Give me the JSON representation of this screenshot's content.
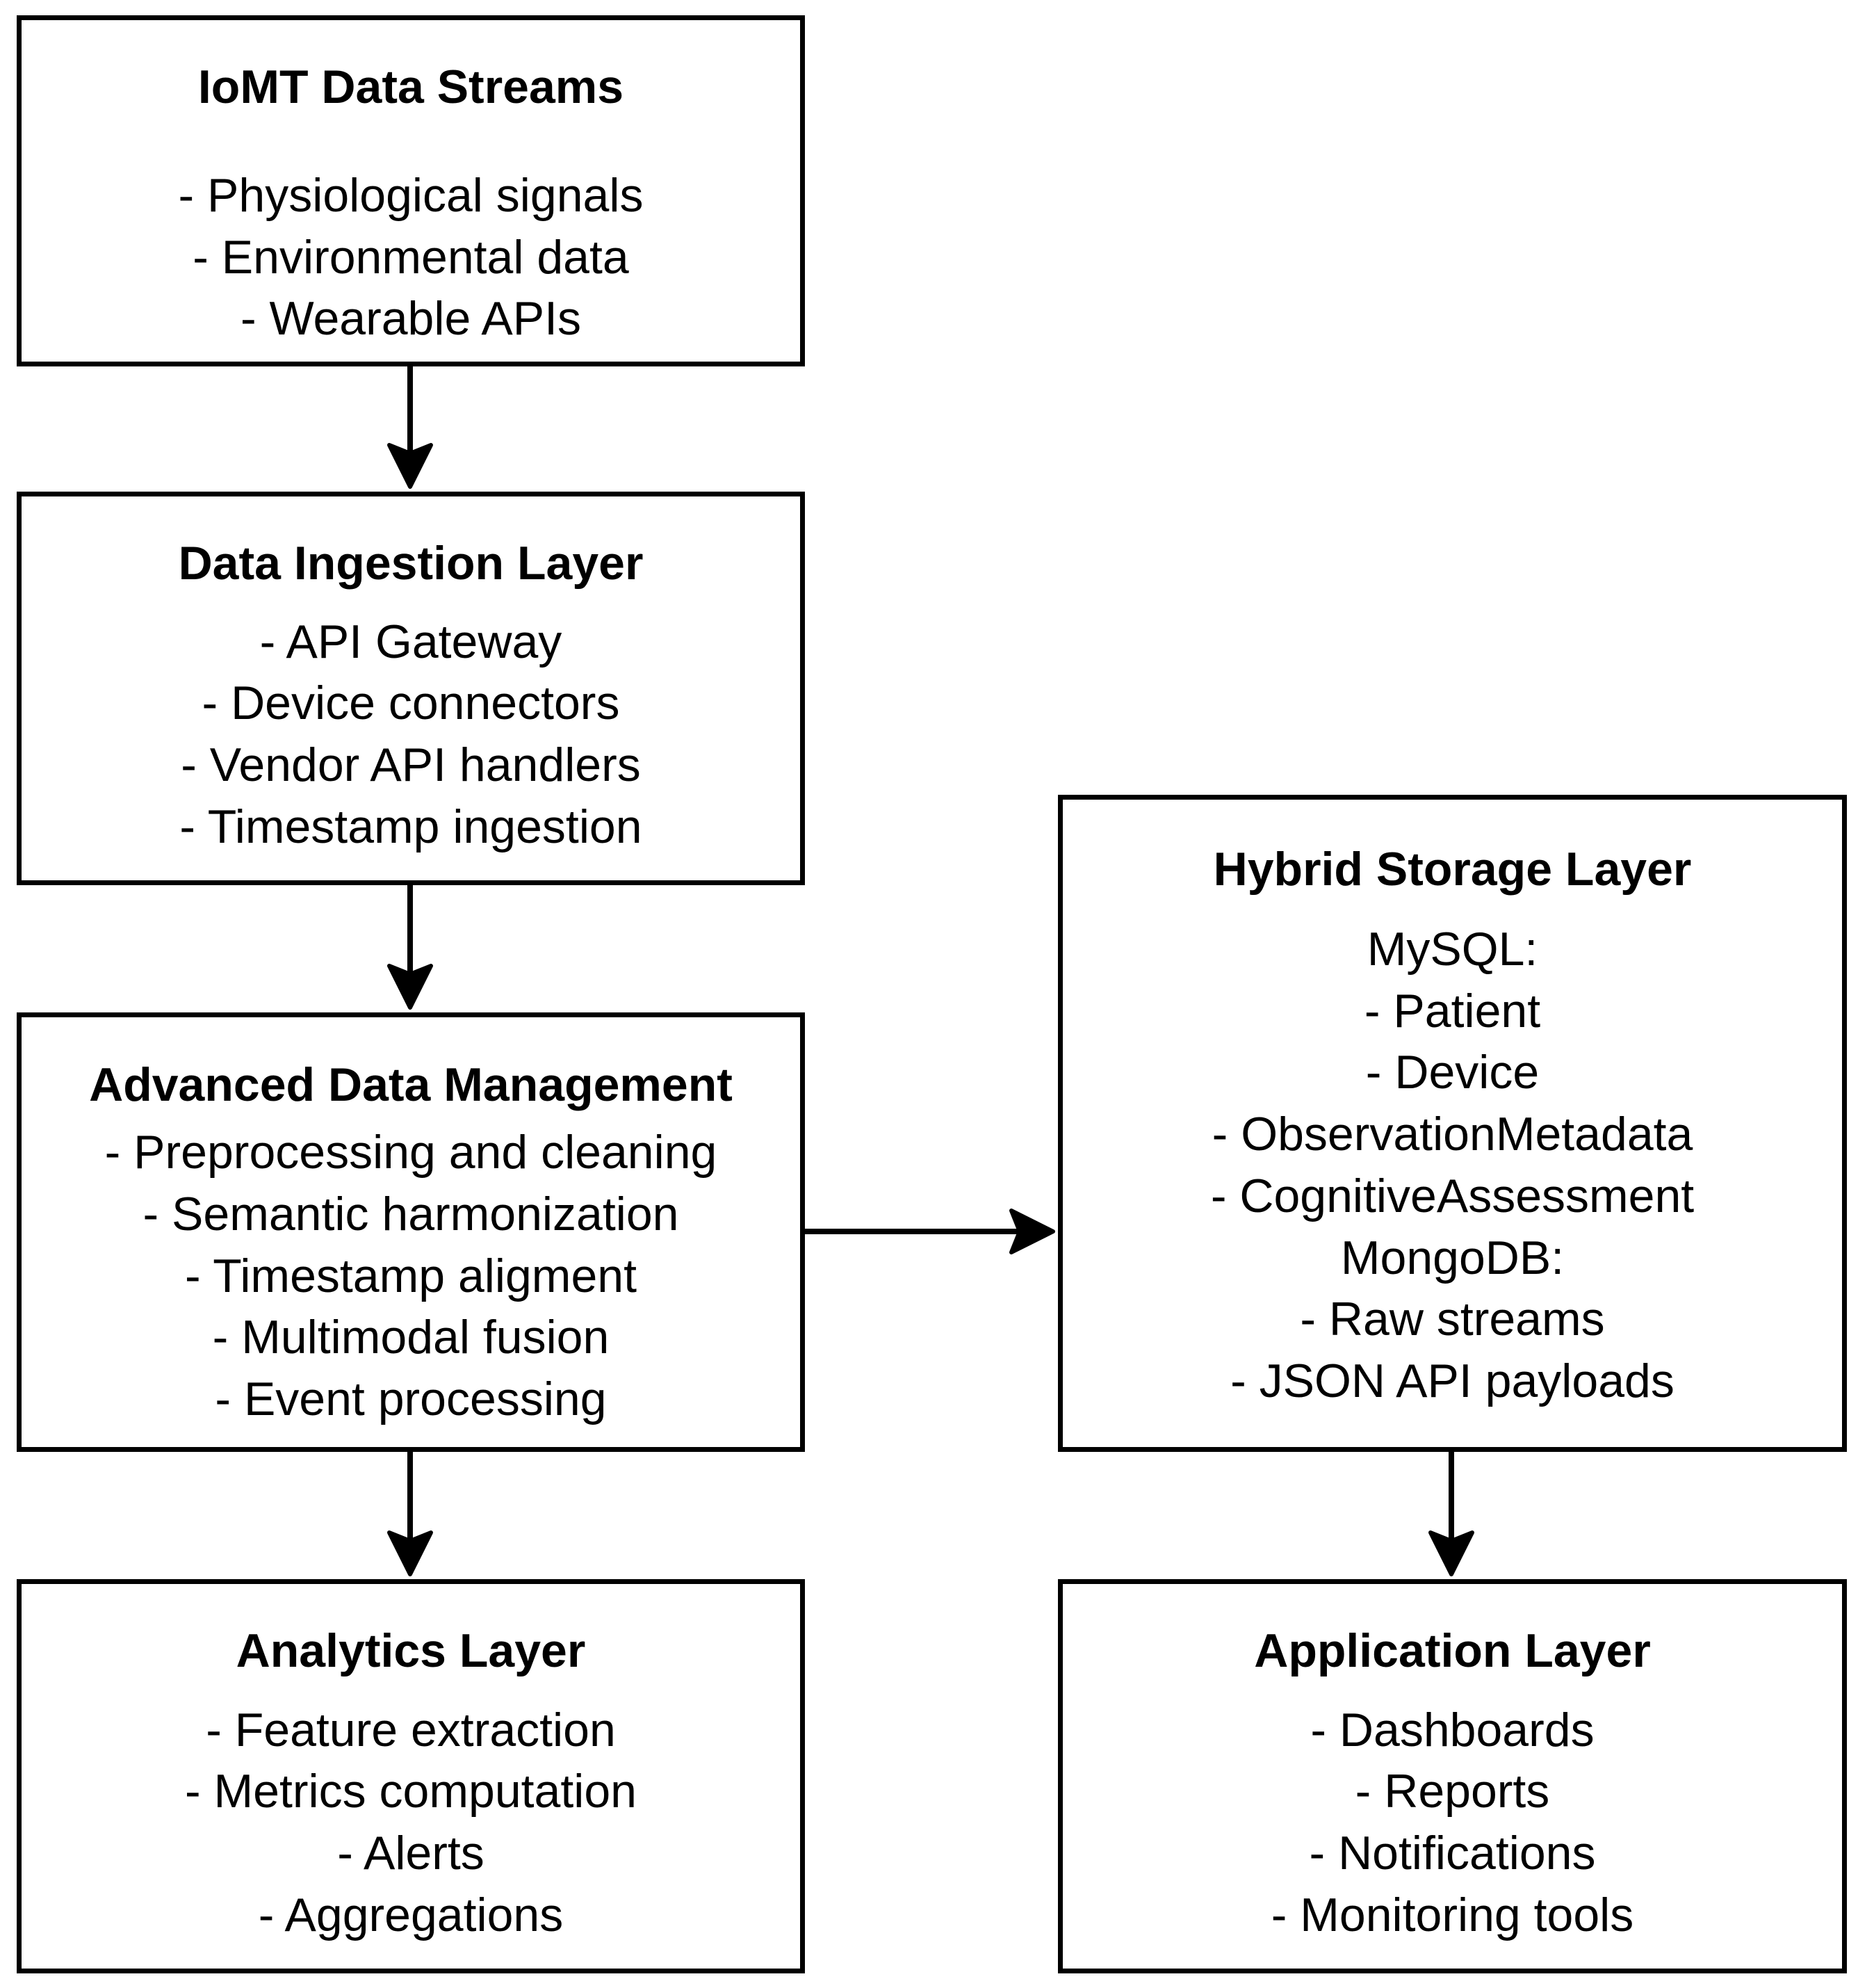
{
  "boxes": {
    "iomt": {
      "title": "IoMT Data Streams",
      "lines": [
        "- Physiological signals",
        "- Environmental data",
        "- Wearable APIs"
      ]
    },
    "ingestion": {
      "title": "Data Ingestion Layer",
      "lines": [
        "- API Gateway",
        "- Device connectors",
        "- Vendor API handlers",
        "- Timestamp ingestion"
      ]
    },
    "management": {
      "title": "Advanced Data Management",
      "lines": [
        "- Preprocessing and cleaning",
        "- Semantic harmonization",
        "- Timestamp aligment",
        "- Multimodal fusion",
        "- Event processing"
      ]
    },
    "analytics": {
      "title": "Analytics Layer",
      "lines": [
        "- Feature extraction",
        "- Metrics computation",
        "- Alerts",
        "- Aggregations"
      ]
    },
    "storage": {
      "title": "Hybrid Storage Layer",
      "lines": [
        "MySQL:",
        "- Patient",
        "- Device",
        "- ObservationMetadata",
        "- CognitiveAssessment",
        "MongoDB:",
        "- Raw streams",
        "- JSON API payloads"
      ]
    },
    "application": {
      "title": "Application Layer",
      "lines": [
        "- Dashboards",
        "- Reports",
        "- Notifications",
        "- Monitoring tools"
      ]
    }
  }
}
